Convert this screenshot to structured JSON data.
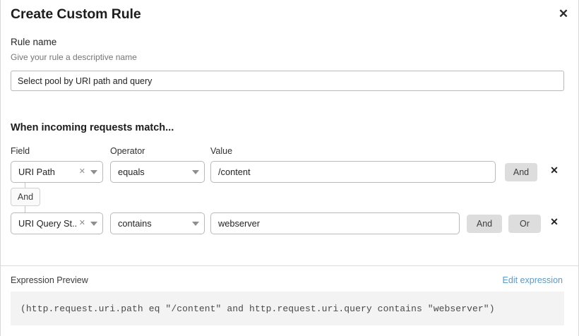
{
  "dialog": {
    "title": "Create Custom Rule",
    "close_icon": "close-icon"
  },
  "rule_name": {
    "label": "Rule name",
    "hint": "Give your rule a descriptive name",
    "value": "Select pool by URI path and query",
    "placeholder": "Select pool by URI path and query"
  },
  "match_section": {
    "heading": "When incoming requests match...",
    "columns": {
      "field": "Field",
      "operator": "Operator",
      "value": "Value"
    },
    "connector": {
      "label": "And"
    },
    "rows": [
      {
        "field": "URI Path",
        "operator": "equals",
        "value": "/content",
        "clear_icon": "clear-x-icon",
        "chevron_icon": "chevron-down-icon",
        "delete_icon": "delete-x-icon",
        "buttons": [
          "And"
        ]
      },
      {
        "field": "URI Query St...",
        "operator": "contains",
        "value": "webserver",
        "clear_icon": "clear-x-icon",
        "chevron_icon": "chevron-down-icon",
        "delete_icon": "delete-x-icon",
        "buttons": [
          "And",
          "Or"
        ]
      }
    ]
  },
  "expression_preview": {
    "label": "Expression Preview",
    "edit_link": "Edit expression",
    "code": "(http.request.uri.path eq \"/content\" and http.request.uri.query contains \"webserver\")"
  },
  "colors": {
    "link": "#5b9ac4",
    "button_grey": "#dddddd",
    "preview_bg": "#f3f3f3",
    "border": "#b9b9b9"
  }
}
